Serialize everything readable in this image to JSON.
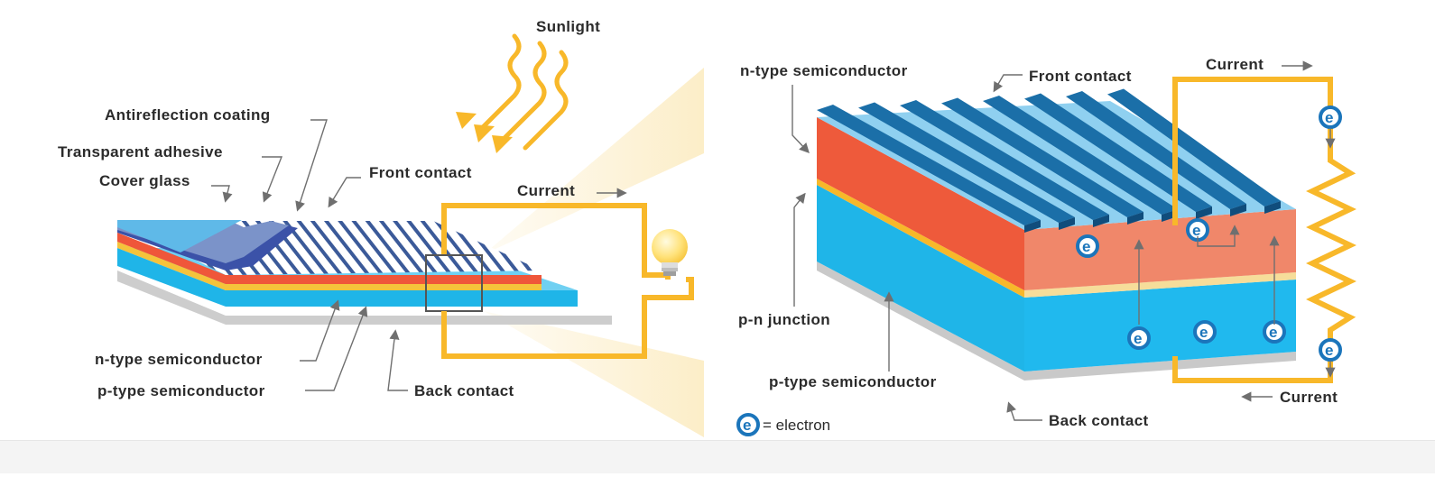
{
  "colors": {
    "wire": "#f8b82a",
    "n_type": "#ef563a",
    "n_type_front": "#f0876a",
    "p_type": "#1fb5e8",
    "junction": "#f5c33b",
    "contact_blue": "#1b6fa8",
    "electron": "#1b75bb",
    "back_contact": "#c9c9c9"
  },
  "left_panel": {
    "sunlight": "Sunlight",
    "antireflection": "Antireflection coating",
    "adhesive": "Transparent adhesive",
    "cover_glass": "Cover glass",
    "front_contact": "Front contact",
    "current": "Current",
    "n_type": "n-type semiconductor",
    "p_type": "p-type semiconductor",
    "back_contact": "Back contact",
    "bulb_icon": "light-bulb-icon"
  },
  "right_panel": {
    "n_type": "n-type semiconductor",
    "front_contact": "Front contact",
    "current_top": "Current",
    "current_bottom": "Current",
    "pn_junction": "p-n junction",
    "p_type": "p-type semiconductor",
    "back_contact": "Back contact",
    "electron_symbol": "e",
    "legend_text": "= electron"
  }
}
